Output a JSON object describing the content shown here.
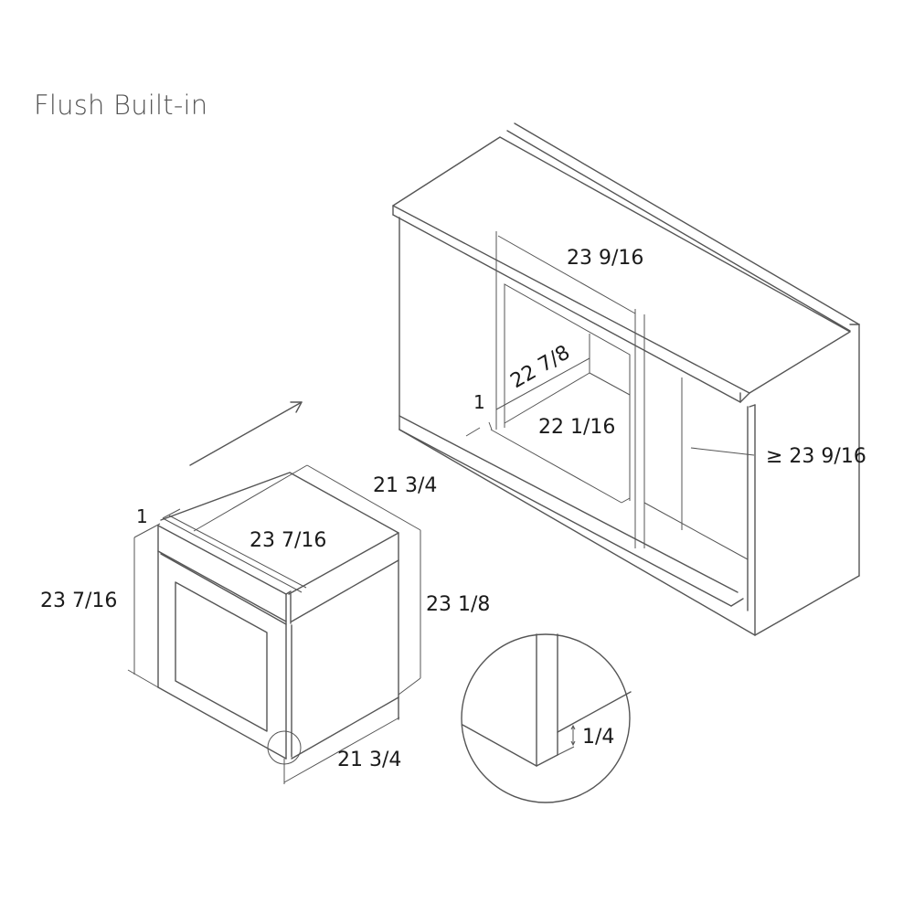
{
  "title": "Flush Built-in",
  "colors": {
    "line": "#555555",
    "text": "#1a1a1a",
    "title": "#555555",
    "background": "#ffffff"
  },
  "oven": {
    "labels": {
      "front_trim": "1",
      "height": "23 7/16",
      "width": "23 7/16",
      "depth_top": "21 3/4",
      "body_height": "23 1/8",
      "depth_bottom": "21 3/4"
    },
    "insert_arrow": "arrow-icon"
  },
  "cabinet": {
    "labels": {
      "cutout_width": "23 9/16",
      "cutout_height": "22 7/8",
      "cutout_depth": "22 1/16",
      "front_offset": "1",
      "min_depth": "≥ 23 9/16"
    }
  },
  "detail": {
    "label": "1/4"
  }
}
